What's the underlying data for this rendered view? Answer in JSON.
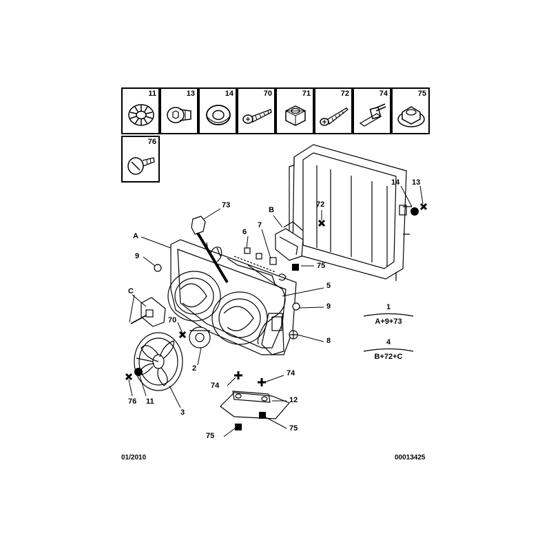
{
  "legend": {
    "items": [
      {
        "num": "11",
        "icon": "toothed-lock-washer-icon"
      },
      {
        "num": "13",
        "icon": "hex-socket-bolt-icon"
      },
      {
        "num": "14",
        "icon": "flat-washer-icon"
      },
      {
        "num": "70",
        "icon": "phillips-screw-icon"
      },
      {
        "num": "71",
        "icon": "hex-nut-icon"
      },
      {
        "num": "72",
        "icon": "self-tapping-screw-icon"
      },
      {
        "num": "74",
        "icon": "clip-bolt-icon"
      },
      {
        "num": "75",
        "icon": "flange-nut-icon"
      },
      {
        "num": "76",
        "icon": "slotted-screw-icon"
      }
    ]
  },
  "callouts": {
    "n73": "73",
    "nB": "B",
    "n72": "72",
    "n14": "14",
    "n13": "13",
    "n6": "6",
    "n7": "7",
    "nA": "A",
    "n75a": "75",
    "n9a": "9",
    "n5": "5",
    "nC": "C",
    "n9b": "9",
    "n70": "70",
    "n8": "8",
    "n2": "2",
    "n76": "76",
    "n11": "11",
    "n3": "3",
    "n74a": "74",
    "n74b": "74",
    "n12": "12",
    "n75b": "75",
    "n75c": "75"
  },
  "formulas": {
    "f1_num": "1",
    "f1_text": "A+9+73",
    "f4_num": "4",
    "f4_text": "B+72+C"
  },
  "footer": {
    "date": "01/2010",
    "ref": "00013425"
  }
}
